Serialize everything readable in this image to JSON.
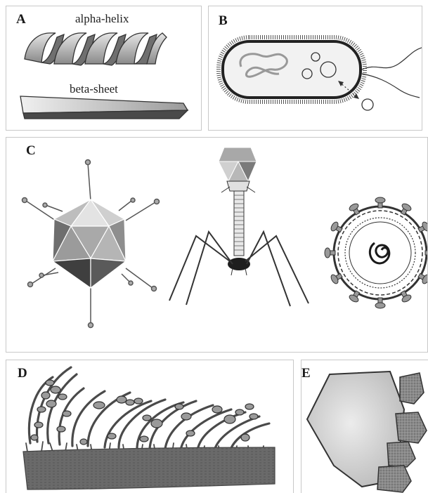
{
  "panels": {
    "a": {
      "letter": "A",
      "helix_label": "alpha-helix",
      "sheet_label": "beta-sheet"
    },
    "b": {
      "letter": "B"
    },
    "c": {
      "letter": "C"
    },
    "d": {
      "letter": "D"
    },
    "e": {
      "letter": "E"
    }
  },
  "colors": {
    "border": "#c8c8c8",
    "dark": "#333333",
    "mid": "#888888",
    "light": "#d8d8d8"
  }
}
